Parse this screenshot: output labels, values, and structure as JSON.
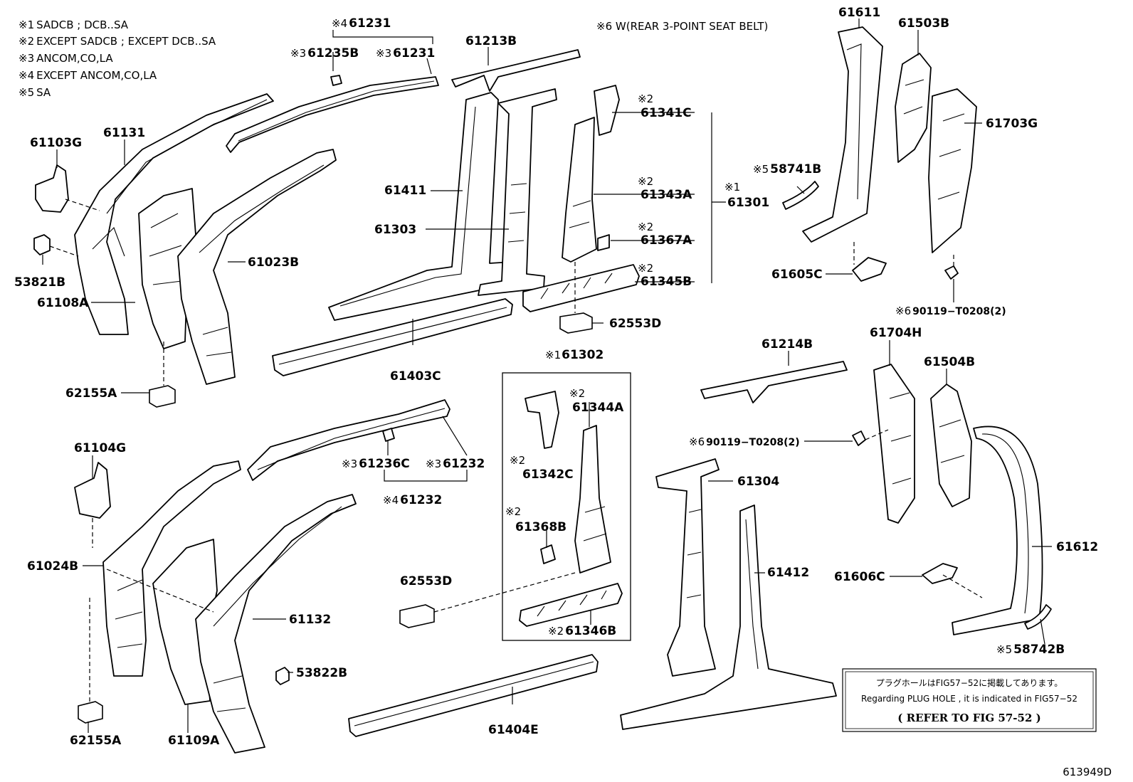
{
  "notes": [
    {
      "mark": "※1",
      "text": "SADCB ; DCB..SA"
    },
    {
      "mark": "※2",
      "text": "EXCEPT SADCB ; EXCEPT DCB..SA"
    },
    {
      "mark": "※3",
      "text": "ANCOM,CO,LA"
    },
    {
      "mark": "※4",
      "text": "EXCEPT  ANCOM,CO,LA"
    },
    {
      "mark": "※5",
      "text": "SA"
    }
  ],
  "note6": "※6 W(REAR 3-POINT SEAT BELT)",
  "labels": {
    "p61231_top": "61231",
    "p61231_top_mark": "※4",
    "p61235B": "61235B",
    "p61235B_mark": "※3",
    "p61231_b": "61231",
    "p61231_b_mark": "※3",
    "p61213B": "61213B",
    "p61611": "61611",
    "p61503B": "61503B",
    "p61103G": "61103G",
    "p61131": "61131",
    "p61341C": "61341C",
    "p61341C_mark": "※2",
    "p61703G": "61703G",
    "p58741B": "58741B",
    "p58741B_mark": "※5",
    "p61411": "61411",
    "p61343A": "61343A",
    "p61343A_mark": "※2",
    "p61301": "61301",
    "p61301_mark": "※1",
    "p61303": "61303",
    "p61367A": "61367A",
    "p61367A_mark": "※2",
    "p53821B": "53821B",
    "p61023B": "61023B",
    "p61605C": "61605C",
    "p61345B": "61345B",
    "p61345B_mark": "※2",
    "p61108A": "61108A",
    "p90119_top": "90119−T0208(2)",
    "p90119_top_mark": "※6",
    "p62553D_top": "62553D",
    "p61704H": "61704H",
    "p61214B": "61214B",
    "p61302": "61302",
    "p61302_mark": "※1",
    "p61403C": "61403C",
    "p61504B": "61504B",
    "p62155A_top": "62155A",
    "p61344A": "61344A",
    "p61344A_mark": "※2",
    "p61104G": "61104G",
    "p90119_mid": "90119−T0208(2)",
    "p90119_mid_mark": "※6",
    "p61236C": "61236C",
    "p61236C_mark": "※3",
    "p61232_a": "61232",
    "p61232_a_mark": "※3",
    "p61342C": "61342C",
    "p61342C_mark": "※2",
    "p61304": "61304",
    "p61232_b": "61232",
    "p61232_b_mark": "※4",
    "p61368B": "61368B",
    "p61368B_mark": "※2",
    "p61024B": "61024B",
    "p61612": "61612",
    "p62553D_mid": "62553D",
    "p61412": "61412",
    "p61606C": "61606C",
    "p61132": "61132",
    "p61346B": "61346B",
    "p61346B_mark": "※2",
    "p58742B": "58742B",
    "p58742B_mark": "※5",
    "p53822B": "53822B",
    "p61404E": "61404E",
    "p62155A_bot": "62155A",
    "p61109A": "61109A"
  },
  "plug_note": {
    "jp": "プラグホールはFIG57−52に掲載してあります。",
    "en": "Regarding PLUG HOLE , it is indicated in FIG57−52",
    "refer": "( REFER TO FIG 57-52 )"
  },
  "figure_id": "613949D"
}
